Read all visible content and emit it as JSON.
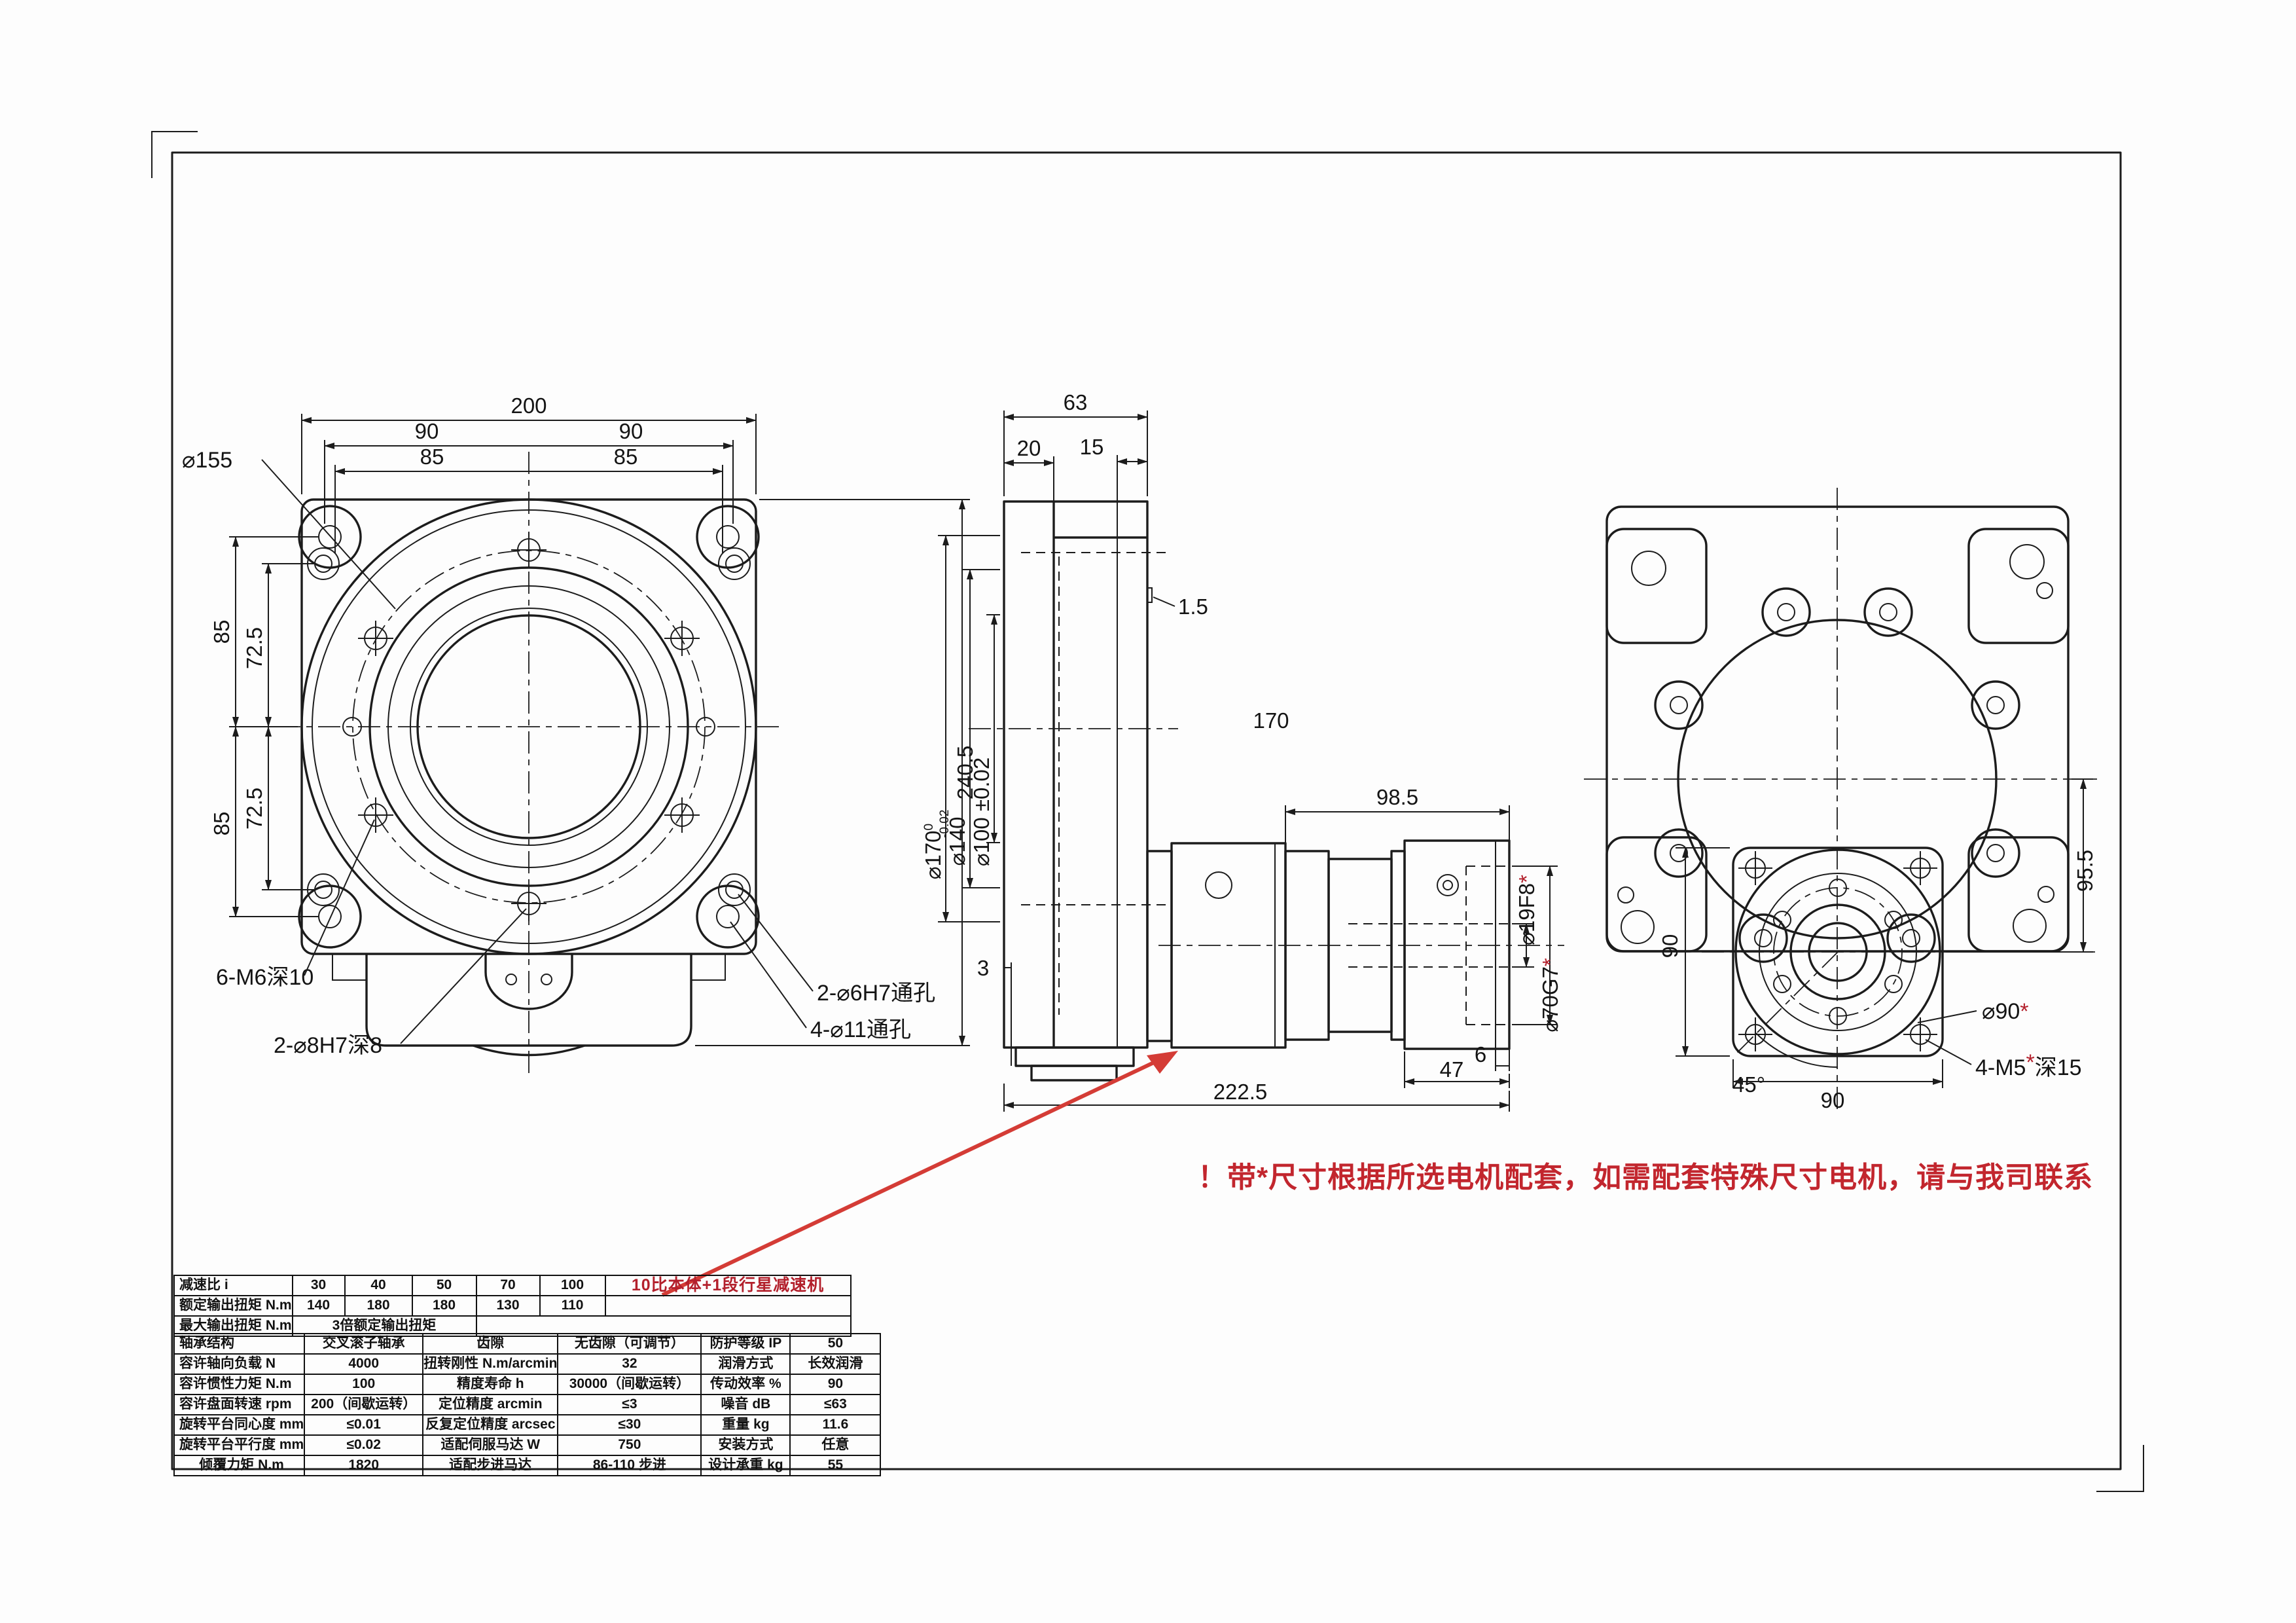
{
  "colors": {
    "line": "#1c1c1c",
    "red": "#b3202c",
    "arrow_red": "#d43c36",
    "bg": "#fdfdfd"
  },
  "note": {
    "text": "！带*尺寸根据所选电机配套，如需配套特殊尺寸电机，请与我司联系"
  },
  "front": {
    "d200": "200",
    "d90l": "90",
    "d90r": "90",
    "d85l": "85",
    "d85r": "85",
    "dia155": "⌀155",
    "v85t": "85",
    "v72t": "72.5",
    "v72b": "72.5",
    "v85b": "85",
    "v2405": "240.5",
    "c_m6": "6-M6深10",
    "c_8h7": "2-⌀8H7深8",
    "c_6h7": "2-⌀6H7通孔",
    "c_11": "4-⌀11通孔"
  },
  "side": {
    "d63": "63",
    "d20": "20",
    "d15": "15",
    "d15s": "1.5",
    "d3": "3",
    "d170": "170",
    "dia170": "⌀170",
    "tol_top": "0",
    "tol_bot": "-0.02",
    "dia140": "⌀140",
    "dia100": "⌀100 ±0.02",
    "d985": "98.5",
    "dia19": "⌀19F8",
    "dia70": "⌀70G7",
    "d6": "6",
    "d47": "47",
    "d2225": "222.5",
    "star": "*"
  },
  "rear": {
    "d955": "95.5",
    "d90b": "90",
    "d90l": "90",
    "dia90": "⌀90",
    "m5": "4-M5",
    "m5d": "深15",
    "deg": "45°",
    "star": "*"
  },
  "table": {
    "r1": [
      "减速比 i",
      "30",
      "40",
      "50",
      "70",
      "100",
      "10比本体+1段行星减速机"
    ],
    "r2": [
      "额定输出扭矩 N.m",
      "140",
      "180",
      "180",
      "130",
      "110",
      ""
    ],
    "r3": [
      "最大输出扭矩 N.m",
      "3倍额定输出扭矩",
      ""
    ],
    "r4": [
      "轴承结构",
      "交叉滚子轴承",
      "齿隙",
      "无齿隙（可调节）",
      "防护等级 IP",
      "50"
    ],
    "r5": [
      "容许轴向负载 N",
      "4000",
      "扭转刚性 N.m/arcmin",
      "32",
      "润滑方式",
      "长效润滑"
    ],
    "r6": [
      "容许惯性力矩 N.m",
      "100",
      "精度寿命 h",
      "30000（间歇运转）",
      "传动效率 %",
      "90"
    ],
    "r7": [
      "容许盘面转速 rpm",
      "200（间歇运转）",
      "定位精度 arcmin",
      "≤3",
      "噪音 dB",
      "≤63"
    ],
    "r8": [
      "旋转平台同心度 mm",
      "≤0.01",
      "反复定位精度 arcsec",
      "≤30",
      "重量 kg",
      "11.6"
    ],
    "r9": [
      "旋转平台平行度 mm",
      "≤0.02",
      "适配伺服马达 W",
      "750",
      "安装方式",
      "任意"
    ],
    "r10": [
      "倾覆力矩 N.m",
      "1820",
      "适配步进马达",
      "86-110 步进",
      "设计承重 kg",
      "55"
    ]
  }
}
